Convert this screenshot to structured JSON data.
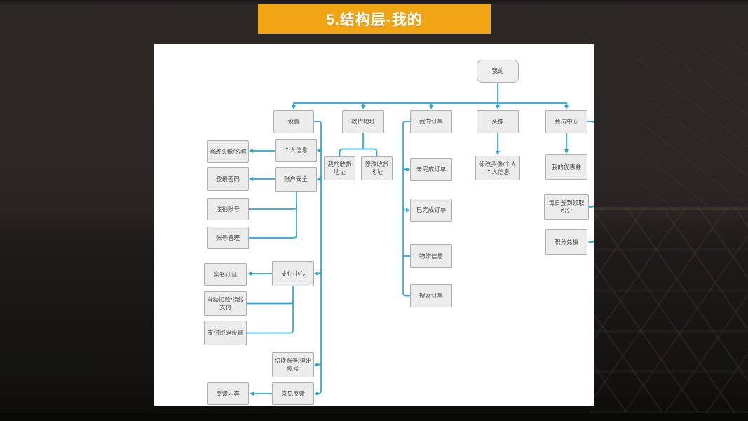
{
  "slide": {
    "title": "5.结构层-我的",
    "banner_color": "#F1A414",
    "canvas_color": "#FFFFFF",
    "line_color": "#2AA5DA",
    "node_fill": "#ECECEC",
    "node_border": "#AEAEAE",
    "node_text_color": "#4B4B4B"
  },
  "diagram": {
    "nodes": {
      "wode": {
        "label": "我的"
      },
      "shezhi": {
        "label": "设置"
      },
      "shouhuodizhi": {
        "label": "收货地址"
      },
      "wodedingdan": {
        "label": "我的订单"
      },
      "touxiang": {
        "label": "头像"
      },
      "huiyuanzhongxin": {
        "label": "会员中心"
      },
      "gerenxinxi": {
        "label": "个人信息"
      },
      "zhanghuanquan": {
        "label": "账户安全"
      },
      "xiugaitouxiangmingcheng": {
        "label": "修改头像/名称"
      },
      "denglumima": {
        "label": "登录密码"
      },
      "zhuxiaozhanghao": {
        "label": "注销账号"
      },
      "zhanghaoguanli": {
        "label": "账号管理"
      },
      "shimingrenzheng": {
        "label": "实名认证"
      },
      "zhifuzhongxin": {
        "label": "支付中心"
      },
      "zidongkoukuan": {
        "label": "自动扣款/指纹支付"
      },
      "zhifumima": {
        "label": "支付密码设置"
      },
      "qiehuanzhanghao": {
        "label": "切换账号/退出账号"
      },
      "yijianfankui": {
        "label": "意见反馈"
      },
      "fankuineirong": {
        "label": "反馈内容"
      },
      "wodeshouhuodizhi": {
        "label": "我的收货地址"
      },
      "xiugaishouhuodizhi": {
        "label": "修改收货地址"
      },
      "weiwanchengdingdan": {
        "label": "未完成订单"
      },
      "yiwanchengdingdan": {
        "label": "已完成订单"
      },
      "wuliuxinxi": {
        "label": "物流信息"
      },
      "sousuodingdan": {
        "label": "搜索订单"
      },
      "xiugaitouxianggeren": {
        "label": "修改头像/个人个人信息"
      },
      "wodeyouhuiquan": {
        "label": "我的优惠券"
      },
      "meiriqiandao": {
        "label": "每日签到领取积分"
      },
      "jifenduihuan": {
        "label": "积分兑换"
      }
    },
    "edges": [
      {
        "from": "我的",
        "to": "设置"
      },
      {
        "from": "我的",
        "to": "收货地址"
      },
      {
        "from": "我的",
        "to": "我的订单"
      },
      {
        "from": "我的",
        "to": "头像"
      },
      {
        "from": "我的",
        "to": "会员中心"
      },
      {
        "from": "设置",
        "to": "个人信息"
      },
      {
        "from": "设置",
        "to": "账户安全"
      },
      {
        "from": "设置",
        "to": "支付中心"
      },
      {
        "from": "设置",
        "to": "切换账号/退出账号"
      },
      {
        "from": "设置",
        "to": "意见反馈"
      },
      {
        "from": "个人信息",
        "to": "修改头像/名称"
      },
      {
        "from": "账户安全",
        "to": "登录密码"
      },
      {
        "from": "账户安全",
        "to": "注销账号"
      },
      {
        "from": "账户安全",
        "to": "账号管理"
      },
      {
        "from": "支付中心",
        "to": "实名认证"
      },
      {
        "from": "支付中心",
        "to": "自动扣款/指纹支付"
      },
      {
        "from": "支付中心",
        "to": "支付密码设置"
      },
      {
        "from": "意见反馈",
        "to": "反馈内容"
      },
      {
        "from": "收货地址",
        "to": "我的收货地址"
      },
      {
        "from": "收货地址",
        "to": "修改收货地址"
      },
      {
        "from": "我的订单",
        "to": "未完成订单"
      },
      {
        "from": "我的订单",
        "to": "已完成订单"
      },
      {
        "from": "我的订单",
        "to": "物流信息"
      },
      {
        "from": "我的订单",
        "to": "搜索订单"
      },
      {
        "from": "头像",
        "to": "修改头像/个人个人信息"
      },
      {
        "from": "会员中心",
        "to": "我的优惠券"
      },
      {
        "from": "会员中心",
        "to": "每日签到领取积分"
      },
      {
        "from": "会员中心",
        "to": "积分兑换"
      }
    ]
  }
}
